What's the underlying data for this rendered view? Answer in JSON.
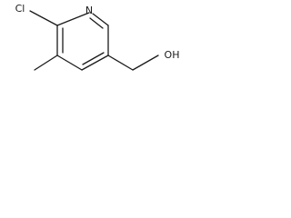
{
  "molecule": {
    "atoms": {
      "n": "N",
      "cl": "Cl",
      "oh": "OH"
    },
    "colors": {
      "ink": "#1a1a1a",
      "background": "#ffffff"
    }
  }
}
